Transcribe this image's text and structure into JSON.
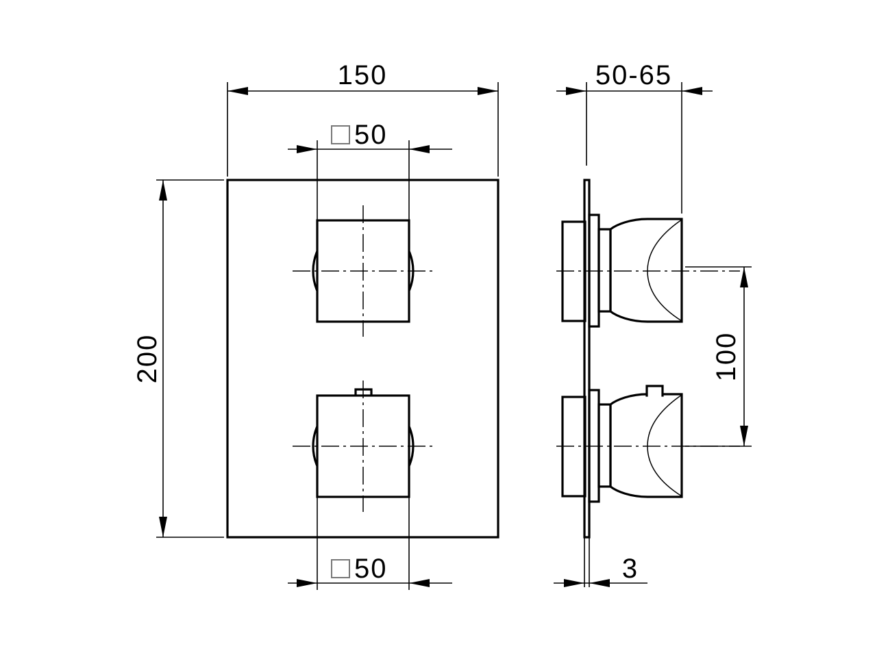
{
  "drawing": {
    "title": "Concealed thermostatic shower mixer - dimensioned technical drawing",
    "units": "mm",
    "line_color": "#000000",
    "background_color": "#ffffff",
    "square_symbol": "□"
  },
  "views": {
    "front": {
      "name": "front-elevation",
      "plate_label": "escutcheon-plate",
      "upper_control": "upper-square-handle",
      "lower_control": "lower-square-handle-with-tab"
    },
    "side": {
      "name": "side-section-view",
      "wall_plate_label": "wall-plate",
      "upper_control": "upper-handle-profile",
      "lower_control": "lower-handle-profile-with-tab"
    }
  },
  "dimensions": {
    "front_width": {
      "value": "150",
      "prefix": "",
      "name": "dim-front-width"
    },
    "handle_width_top": {
      "value": "50",
      "prefix": "□",
      "name": "dim-handle-width-top"
    },
    "handle_width_bottom": {
      "value": "50",
      "prefix": "□",
      "name": "dim-handle-width-bottom"
    },
    "front_height": {
      "value": "200",
      "prefix": "",
      "name": "dim-front-height"
    },
    "projection": {
      "value": "50-65",
      "prefix": "",
      "name": "dim-projection"
    },
    "handle_spacing": {
      "value": "100",
      "prefix": "",
      "name": "dim-handle-spacing"
    },
    "plate_thickness": {
      "value": "3",
      "prefix": "",
      "name": "dim-plate-thickness"
    }
  }
}
